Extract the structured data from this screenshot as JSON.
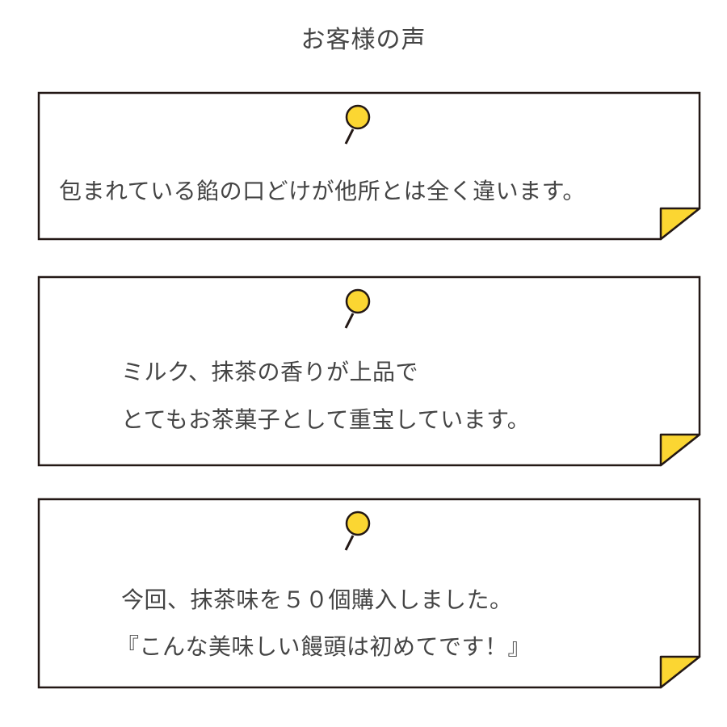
{
  "title": "お客様の声",
  "colors": {
    "accent": "#FBD632",
    "border": "#231815",
    "text": "#444444"
  },
  "testimonials": [
    {
      "lines": [
        "包まれている餡の口どけが他所とは全く違います。"
      ]
    },
    {
      "lines": [
        "ミルク、抹茶の香りが上品で",
        "とてもお茶菓子として重宝しています。"
      ]
    },
    {
      "lines": [
        "今回、抹茶味を５０個購入しました。",
        "『こんな美味しい饅頭は初めてです！』"
      ]
    }
  ]
}
